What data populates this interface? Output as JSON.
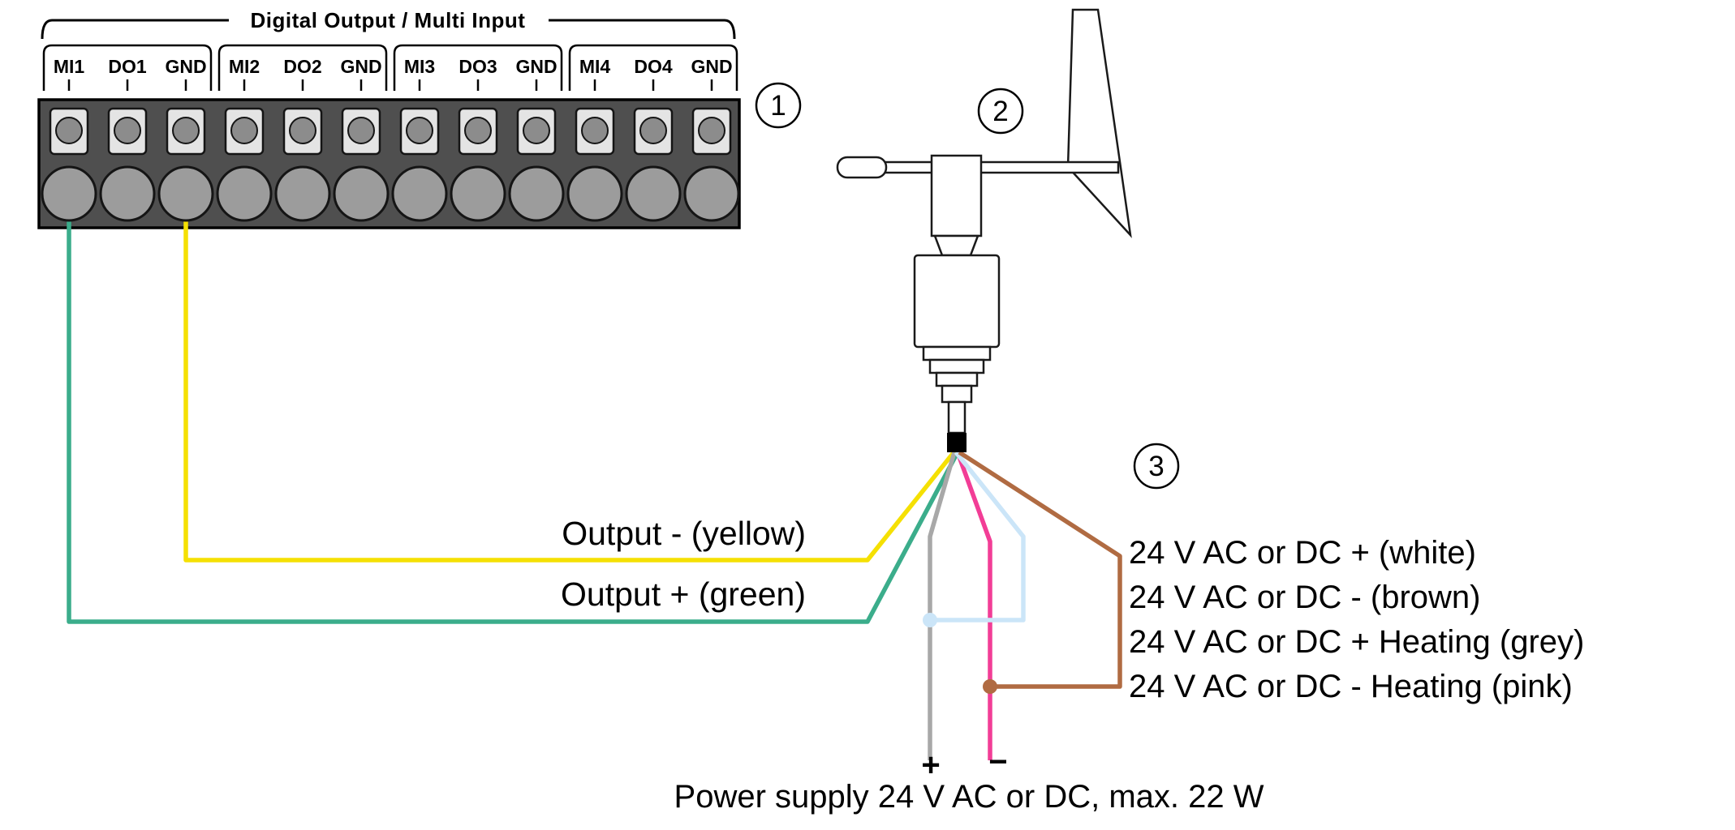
{
  "terminal_block": {
    "title": "Digital Output / Multi Input",
    "terminals": [
      "MI1",
      "DO1",
      "GND",
      "MI2",
      "DO2",
      "GND",
      "MI3",
      "DO3",
      "GND",
      "MI4",
      "DO4",
      "GND"
    ]
  },
  "callouts": {
    "terminal_block": "1",
    "sensor": "2",
    "cable": "3"
  },
  "wire_labels": {
    "output_minus": "Output - (yellow)",
    "output_plus": "Output + (green)",
    "supply_plus_white": "24 V AC or DC + (white)",
    "supply_minus_brown": "24 V AC or DC - (brown)",
    "heating_plus_grey": "24 V AC or DC + Heating (grey)",
    "heating_minus_pink": "24 V AC or DC - Heating (pink)"
  },
  "power_supply": {
    "plus_symbol": "+",
    "minus_symbol": "−",
    "label": "Power supply 24 V AC or DC, max. 22 W"
  },
  "wire_colors": {
    "green": "#3BAD8B",
    "yellow": "#F5E003",
    "grey": "#A8A8A8",
    "pink": "#F23D96",
    "light_blue": "#CBE5F8",
    "brown": "#B06B42"
  }
}
